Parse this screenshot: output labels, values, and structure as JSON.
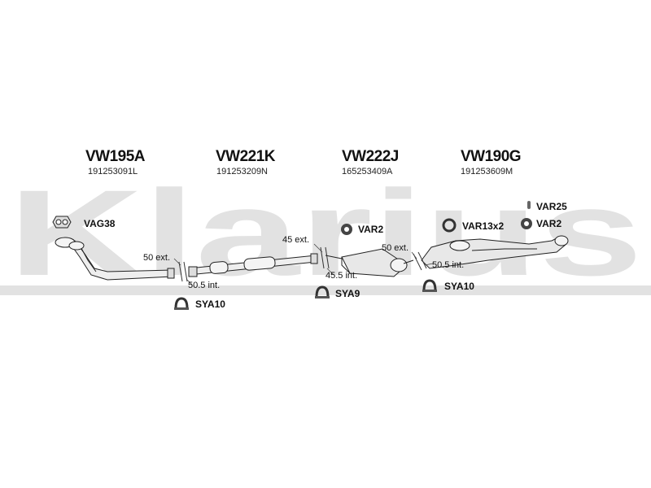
{
  "brand": {
    "watermark_text": "Klarius"
  },
  "parts": [
    {
      "code": "VW195A",
      "number": "191253091L"
    },
    {
      "code": "VW221K",
      "number": "191253209N"
    },
    {
      "code": "VW222J",
      "number": "165253409A"
    },
    {
      "code": "VW190G",
      "number": "191253609M"
    }
  ],
  "accessories": [
    {
      "label": "VAG38",
      "icon": "gasket-icon"
    },
    {
      "label": "VAR2",
      "icon": "rubber-mount-icon"
    },
    {
      "label": "VAR13x2",
      "icon": "ring-icon"
    },
    {
      "label": "VAR25",
      "icon": "bolt-icon"
    },
    {
      "label": "VAR2",
      "icon": "rubber-mount-icon"
    },
    {
      "label": "SYA10",
      "icon": "clamp-icon"
    },
    {
      "label": "SYA9",
      "icon": "clamp-icon"
    },
    {
      "label": "SYA10",
      "icon": "clamp-icon"
    }
  ],
  "dimensions": [
    "50 ext.",
    "50.5 int.",
    "45 ext.",
    "45.5 int.",
    "50 ext.",
    "50.5 int."
  ]
}
